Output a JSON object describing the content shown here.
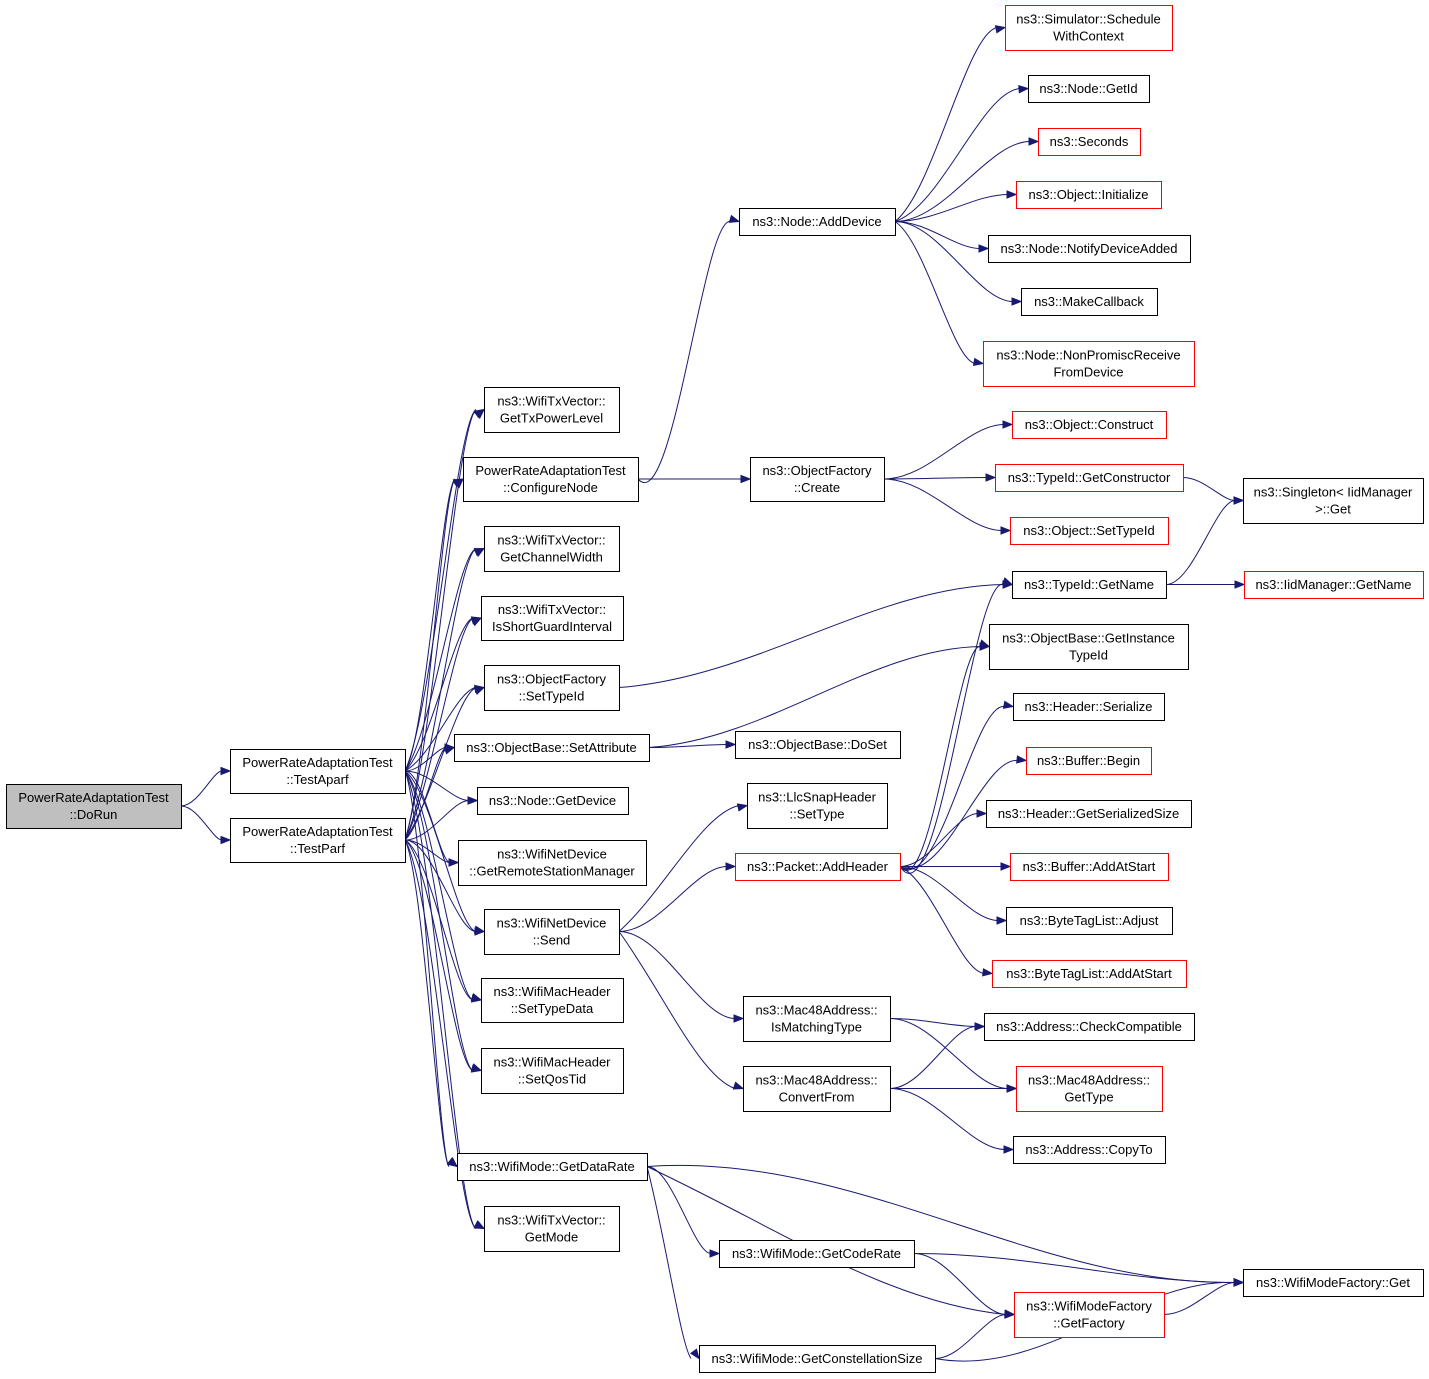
{
  "colors": {
    "edge": "#191970",
    "border_normal": "#000000",
    "border_truncated": "#ff0000",
    "fill_root": "#bfbfbf",
    "fill_normal": "#ffffff"
  },
  "nodes": [
    {
      "id": "dorun",
      "lines": [
        "PowerRateAdaptationTest",
        "::DoRun"
      ],
      "kind": "root"
    },
    {
      "id": "testaparf",
      "lines": [
        "PowerRateAdaptationTest",
        "::TestAparf"
      ],
      "kind": "normal"
    },
    {
      "id": "testparf",
      "lines": [
        "PowerRateAdaptationTest",
        "::TestParf"
      ],
      "kind": "normal"
    },
    {
      "id": "gettxpower",
      "lines": [
        "ns3::WifiTxVector::",
        "GetTxPowerLevel"
      ],
      "kind": "normal"
    },
    {
      "id": "configurenode",
      "lines": [
        "PowerRateAdaptationTest",
        "::ConfigureNode"
      ],
      "kind": "normal"
    },
    {
      "id": "getchannelwidth",
      "lines": [
        "ns3::WifiTxVector::",
        "GetChannelWidth"
      ],
      "kind": "normal"
    },
    {
      "id": "isshortgi",
      "lines": [
        "ns3::WifiTxVector::",
        "IsShortGuardInterval"
      ],
      "kind": "normal"
    },
    {
      "id": "of_settypeid",
      "lines": [
        "ns3::ObjectFactory",
        "::SetTypeId"
      ],
      "kind": "normal"
    },
    {
      "id": "setattribute",
      "lines": [
        "ns3::ObjectBase::SetAttribute"
      ],
      "kind": "normal"
    },
    {
      "id": "getdevice",
      "lines": [
        "ns3::Node::GetDevice"
      ],
      "kind": "normal"
    },
    {
      "id": "getrsm",
      "lines": [
        "ns3::WifiNetDevice",
        "::GetRemoteStationManager"
      ],
      "kind": "normal"
    },
    {
      "id": "send",
      "lines": [
        "ns3::WifiNetDevice",
        "::Send"
      ],
      "kind": "normal"
    },
    {
      "id": "settypedata",
      "lines": [
        "ns3::WifiMacHeader",
        "::SetTypeData"
      ],
      "kind": "normal"
    },
    {
      "id": "setqostid",
      "lines": [
        "ns3::WifiMacHeader",
        "::SetQosTid"
      ],
      "kind": "normal"
    },
    {
      "id": "getdatarate",
      "lines": [
        "ns3::WifiMode::GetDataRate"
      ],
      "kind": "normal"
    },
    {
      "id": "getmode",
      "lines": [
        "ns3::WifiTxVector::",
        "GetMode"
      ],
      "kind": "normal"
    },
    {
      "id": "adddevice",
      "lines": [
        "ns3::Node::AddDevice"
      ],
      "kind": "normal"
    },
    {
      "id": "of_create",
      "lines": [
        "ns3::ObjectFactory",
        "::Create"
      ],
      "kind": "normal"
    },
    {
      "id": "doset",
      "lines": [
        "ns3::ObjectBase::DoSet"
      ],
      "kind": "normal"
    },
    {
      "id": "llcsettype",
      "lines": [
        "ns3::LlcSnapHeader",
        "::SetType"
      ],
      "kind": "normal"
    },
    {
      "id": "addheader",
      "lines": [
        "ns3::Packet::AddHeader"
      ],
      "kind": "truncated"
    },
    {
      "id": "ismatchingtype",
      "lines": [
        "ns3::Mac48Address::",
        "IsMatchingType"
      ],
      "kind": "normal"
    },
    {
      "id": "convertfrom",
      "lines": [
        "ns3::Mac48Address::",
        "ConvertFrom"
      ],
      "kind": "normal"
    },
    {
      "id": "getcoderate",
      "lines": [
        "ns3::WifiMode::GetCodeRate"
      ],
      "kind": "normal"
    },
    {
      "id": "getconstsize",
      "lines": [
        "ns3::WifiMode::GetConstellationSize"
      ],
      "kind": "normal"
    },
    {
      "id": "schedulectx",
      "lines": [
        "ns3::Simulator::Schedule",
        "WithContext"
      ],
      "kind": "truncated"
    },
    {
      "id": "nodegetid",
      "lines": [
        "ns3::Node::GetId"
      ],
      "kind": "normal"
    },
    {
      "id": "seconds",
      "lines": [
        "ns3::Seconds"
      ],
      "kind": "truncated"
    },
    {
      "id": "objinit",
      "lines": [
        "ns3::Object::Initialize"
      ],
      "kind": "truncated"
    },
    {
      "id": "notifydevadded",
      "lines": [
        "ns3::Node::NotifyDeviceAdded"
      ],
      "kind": "normal"
    },
    {
      "id": "makecallback",
      "lines": [
        "ns3::MakeCallback"
      ],
      "kind": "normal"
    },
    {
      "id": "nonpromisc",
      "lines": [
        "ns3::Node::NonPromiscReceive",
        "FromDevice"
      ],
      "kind": "truncated"
    },
    {
      "id": "objconstruct",
      "lines": [
        "ns3::Object::Construct"
      ],
      "kind": "truncated"
    },
    {
      "id": "getconstructor",
      "lines": [
        "ns3::TypeId::GetConstructor"
      ],
      "kind": "truncated"
    },
    {
      "id": "obj_settypeid",
      "lines": [
        "ns3::Object::SetTypeId"
      ],
      "kind": "truncated"
    },
    {
      "id": "typeid_getname",
      "lines": [
        "ns3::TypeId::GetName"
      ],
      "kind": "normal"
    },
    {
      "id": "getinstancetypeid",
      "lines": [
        "ns3::ObjectBase::GetInstance",
        "TypeId"
      ],
      "kind": "normal"
    },
    {
      "id": "hdrserialize",
      "lines": [
        "ns3::Header::Serialize"
      ],
      "kind": "normal"
    },
    {
      "id": "bufbegin",
      "lines": [
        "ns3::Buffer::Begin"
      ],
      "kind": "truncated"
    },
    {
      "id": "hdrgetsersize",
      "lines": [
        "ns3::Header::GetSerializedSize"
      ],
      "kind": "normal"
    },
    {
      "id": "bufaddatstart",
      "lines": [
        "ns3::Buffer::AddAtStart"
      ],
      "kind": "truncated"
    },
    {
      "id": "btladjust",
      "lines": [
        "ns3::ByteTagList::Adjust"
      ],
      "kind": "normal"
    },
    {
      "id": "btladdatstart",
      "lines": [
        "ns3::ByteTagList::AddAtStart"
      ],
      "kind": "truncated"
    },
    {
      "id": "checkcompat",
      "lines": [
        "ns3::Address::CheckCompatible"
      ],
      "kind": "normal"
    },
    {
      "id": "macgettype",
      "lines": [
        "ns3::Mac48Address::",
        "GetType"
      ],
      "kind": "truncated"
    },
    {
      "id": "copyto",
      "lines": [
        "ns3::Address::CopyTo"
      ],
      "kind": "normal"
    },
    {
      "id": "getfactory",
      "lines": [
        "ns3::WifiModeFactory",
        "::GetFactory"
      ],
      "kind": "truncated"
    },
    {
      "id": "singletonget",
      "lines": [
        "ns3::Singleton< IidManager",
        ">::Get"
      ],
      "kind": "normal"
    },
    {
      "id": "iidgetname",
      "lines": [
        "ns3::IidManager::GetName"
      ],
      "kind": "truncated"
    },
    {
      "id": "wmfget",
      "lines": [
        "ns3::WifiModeFactory::Get"
      ],
      "kind": "normal"
    }
  ]
}
